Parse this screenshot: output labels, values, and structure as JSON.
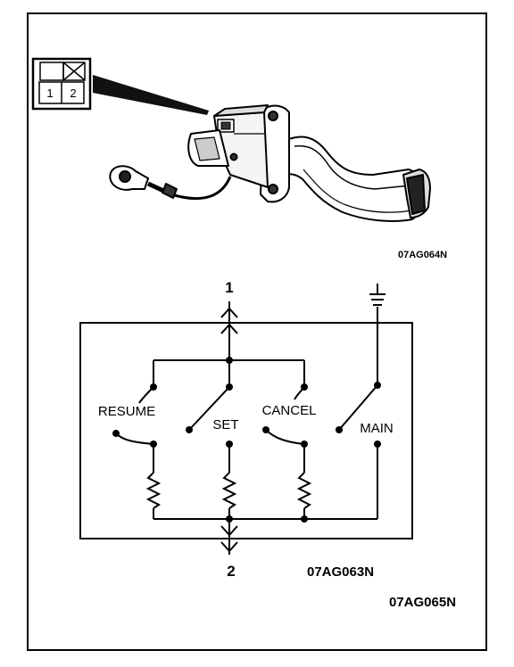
{
  "connector": {
    "pin_left": "1",
    "pin_right": "2"
  },
  "figure_codes": {
    "switch_photo": "07AG064N",
    "schematic": "07AG063N",
    "page": "07AG065N"
  },
  "terminals": {
    "top": "1",
    "bottom": "2"
  },
  "switches": {
    "resume": "RESUME",
    "set": "SET",
    "cancel": "CANCEL",
    "main": "MAIN"
  }
}
